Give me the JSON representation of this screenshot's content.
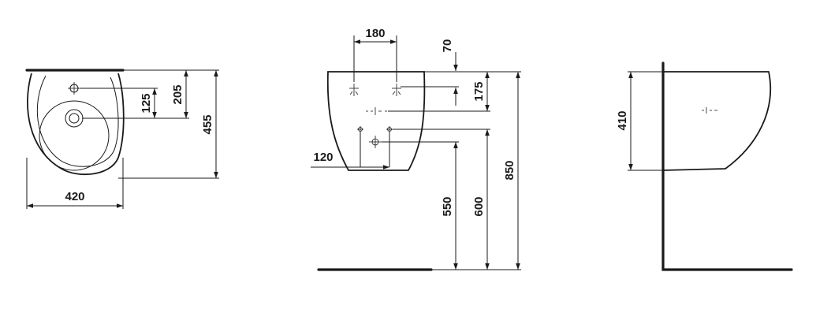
{
  "front_view": {
    "dims": {
      "width": "420",
      "hole_offset_small": "125",
      "hole_offset_large": "205",
      "depth": "455"
    }
  },
  "elevation_view": {
    "dims": {
      "tap_spacing": "180",
      "top_offset": "70",
      "fixing_offset": "175",
      "waste_width": "120",
      "waste_height": "550",
      "fixing_height": "600",
      "rim_height": "850"
    }
  },
  "side_view": {
    "dims": {
      "basin_height": "410"
    }
  }
}
